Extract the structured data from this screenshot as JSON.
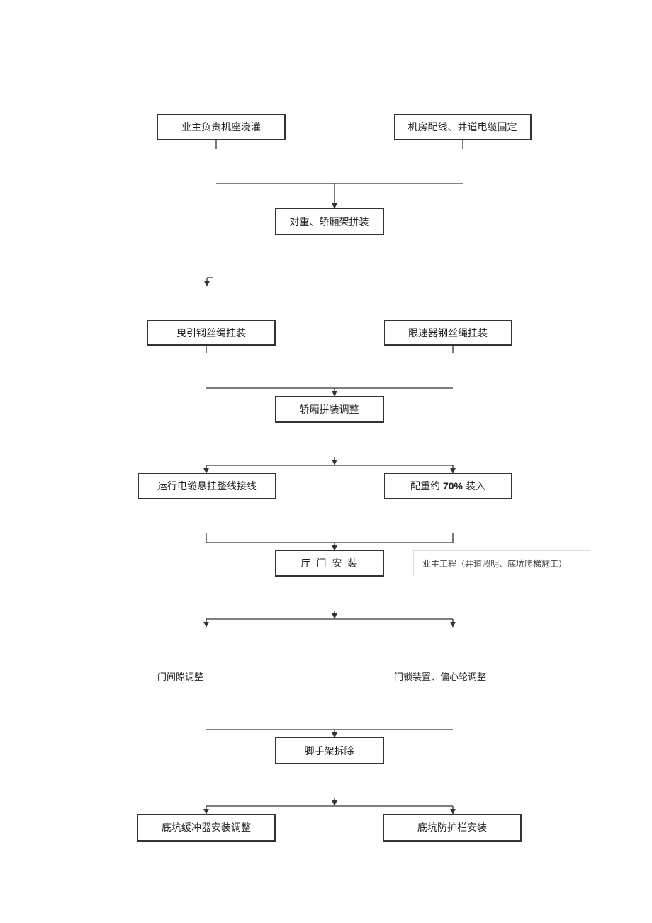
{
  "steps": {
    "owner_base_pour": "业主负责机座浇灌",
    "machine_room_wiring": "机房配线、井道电缆固定",
    "counterweight_car_frame": "对重、轿厢架拼装",
    "traction_rope": "曳引钢丝绳挂装",
    "governor_rope": "限速器钢丝绳挂装",
    "car_assembly_adjust": "轿厢拼装调整",
    "traveling_cable": "运行电缆悬挂整线接线",
    "counterweight_load_prefix": "配重约",
    "counterweight_load_value": "70%",
    "counterweight_load_suffix": "装入",
    "landing_door_install": "厅门安装",
    "owner_works_note": "业主工程（井道照明、底坑爬梯施工）",
    "door_gap_adjust": "门间隙调整",
    "door_lock_adjust": "门锁装置、偏心轮调整",
    "scaffold_removal": "脚手架拆除",
    "pit_buffer_install": "底坑缓冲器安装调整",
    "pit_guardrail_install": "底坑防护栏安装"
  },
  "colors": {
    "line": "#333333",
    "box_border": "#333333",
    "note_border": "#dddddd"
  }
}
